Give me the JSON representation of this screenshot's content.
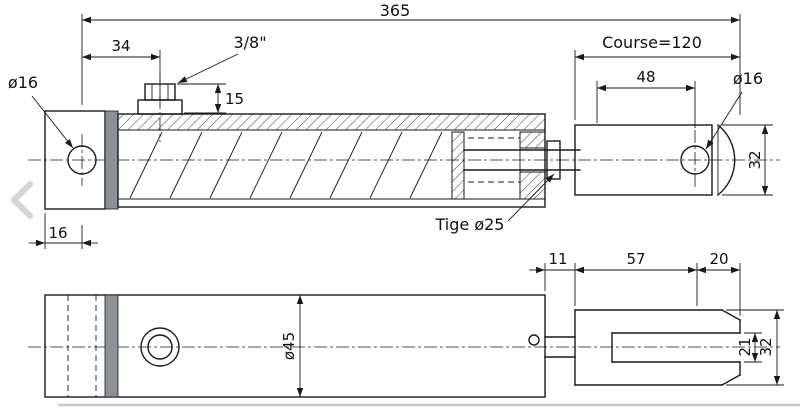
{
  "meta": {
    "background_color": "#ffffff",
    "line_color": "#1a1a1a",
    "seam_gray": "#8d9094",
    "watermark_color": "#d6d6d6"
  },
  "side_view": {
    "dims": {
      "overall": "365",
      "port_offset": "34",
      "port_thread": "3/8\"",
      "port_height": "15",
      "stroke": "Course=120",
      "eye_to_face": "48",
      "eye_left": "ø16",
      "eye_right": "ø16",
      "clevis_width": "32",
      "end_to_hole": "16",
      "rod": "Tige ø25"
    }
  },
  "plan_view": {
    "dims": {
      "rod_exposed": "11",
      "clevis_length": "57",
      "tip_to_hole": "20",
      "body_dia": "ø45",
      "slot_width": "21",
      "clevis_width": "32"
    }
  }
}
